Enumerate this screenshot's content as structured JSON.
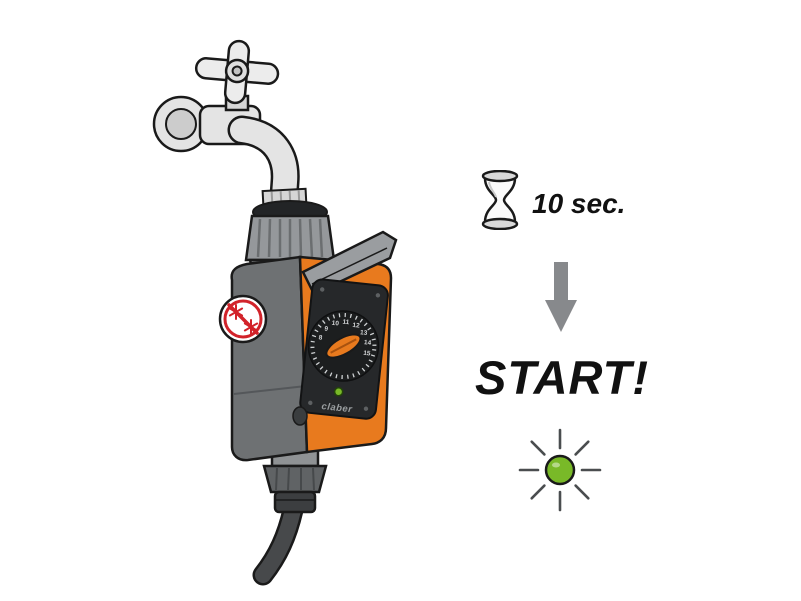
{
  "colors": {
    "orange": "#e87a1e",
    "green": "#79b928",
    "red": "#d2232a",
    "arrow-gray": "#87898c",
    "body-gray": "#6e7173",
    "outline": "#1a1a1a"
  },
  "device": {
    "brand": "claber",
    "dial_numbers": [
      "8",
      "9",
      "10",
      "11",
      "12",
      "13",
      "14",
      "15"
    ]
  },
  "steps": {
    "wait_duration": "10 sec.",
    "start": "START!"
  },
  "icons": {
    "hourglass": "hourglass-icon",
    "arrow": "arrow-down-icon",
    "led": "green-led-blinking-icon",
    "frost_badge": "no-frost-warning-icon"
  }
}
